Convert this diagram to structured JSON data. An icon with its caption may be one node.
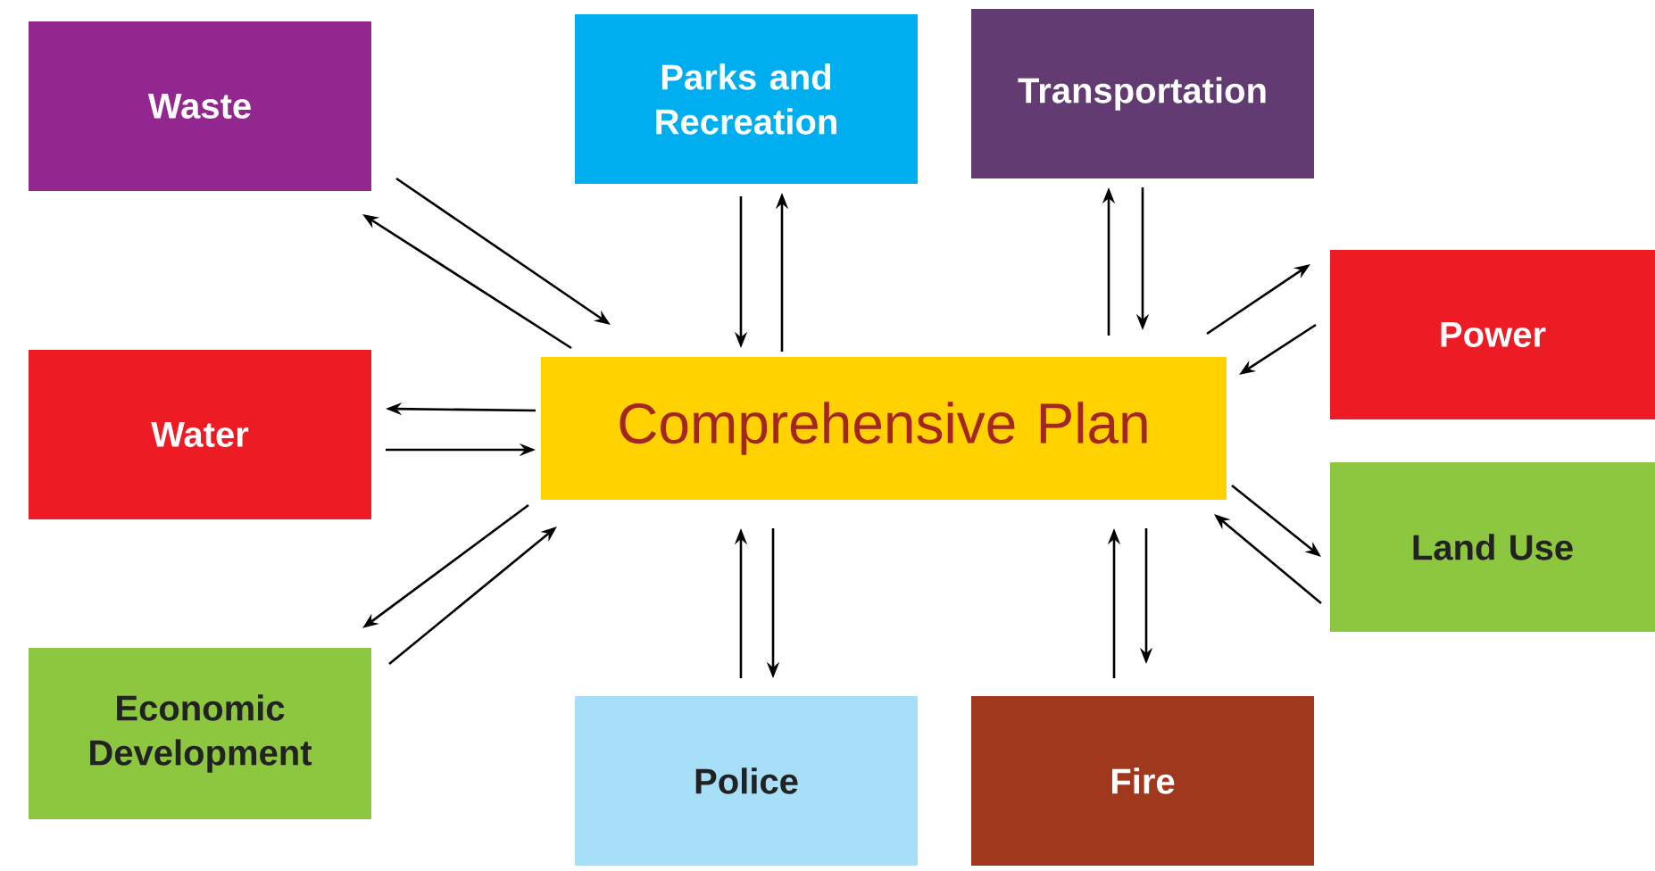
{
  "diagram": {
    "nodes": [
      {
        "text": [
          "Waste"
        ]
      },
      {
        "text": [
          "Parks and Recreation"
        ]
      },
      {
        "text": [
          "Transportation"
        ]
      },
      {
        "text": [
          "Power"
        ]
      },
      {
        "text": [
          "Water"
        ]
      },
      {
        "text": [
          "Comprehensive Plan"
        ]
      },
      {
        "text": [
          "Land Use"
        ]
      },
      {
        "text": [
          "Economic Development"
        ]
      },
      {
        "text": [
          "Police"
        ]
      },
      {
        "text": [
          "Fire"
        ]
      }
    ],
    "edges": [
      {
        "from": 0,
        "to": 5,
        "arrow": "to"
      },
      {
        "from": 5,
        "to": 0,
        "arrow": "to"
      },
      {
        "from": 1,
        "to": 5,
        "arrow": "to"
      },
      {
        "from": 5,
        "to": 1,
        "arrow": "to"
      },
      {
        "from": 2,
        "to": 5,
        "arrow": "to"
      },
      {
        "from": 5,
        "to": 2,
        "arrow": "to"
      },
      {
        "from": 3,
        "to": 5,
        "arrow": "to"
      },
      {
        "from": 5,
        "to": 3,
        "arrow": "to"
      },
      {
        "from": 4,
        "to": 5,
        "arrow": "to"
      },
      {
        "from": 5,
        "to": 4,
        "arrow": "to"
      },
      {
        "from": 6,
        "to": 5,
        "arrow": "to"
      },
      {
        "from": 5,
        "to": 6,
        "arrow": "to"
      },
      {
        "from": 7,
        "to": 5,
        "arrow": "to"
      },
      {
        "from": 5,
        "to": 7,
        "arrow": "to"
      },
      {
        "from": 8,
        "to": 5,
        "arrow": "to"
      },
      {
        "from": 5,
        "to": 8,
        "arrow": "to"
      },
      {
        "from": 9,
        "to": 5,
        "arrow": "to"
      },
      {
        "from": 5,
        "to": 9,
        "arrow": "to"
      }
    ]
  }
}
